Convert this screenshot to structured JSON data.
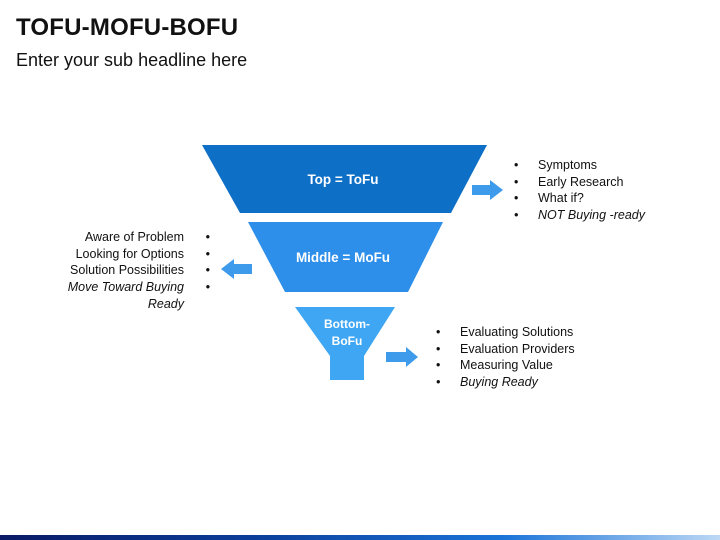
{
  "header": {
    "title": "TOFU-MOFU-BOFU",
    "subtitle": "Enter your sub headline here"
  },
  "funnel": {
    "top_label": "Top = ToFu",
    "middle_label": "Middle = MoFu",
    "bottom_label_line1": "Bottom-",
    "bottom_label_line2": "BoFu",
    "colors": {
      "top": "#0E6FC7",
      "middle": "#2E8FEA",
      "bottom": "#3FA6F4",
      "arrow": "#3E9BEB"
    }
  },
  "top_points": [
    "Symptoms",
    "Early Research",
    "What if?",
    "NOT Buying -ready"
  ],
  "middle_points": [
    "Aware of Problem",
    "Looking for Options",
    "Solution Possibilities",
    "Move Toward Buying Ready"
  ],
  "bottom_points": [
    "Evaluating Solutions",
    "Evaluation Providers",
    "Measuring Value",
    "Buying Ready"
  ]
}
